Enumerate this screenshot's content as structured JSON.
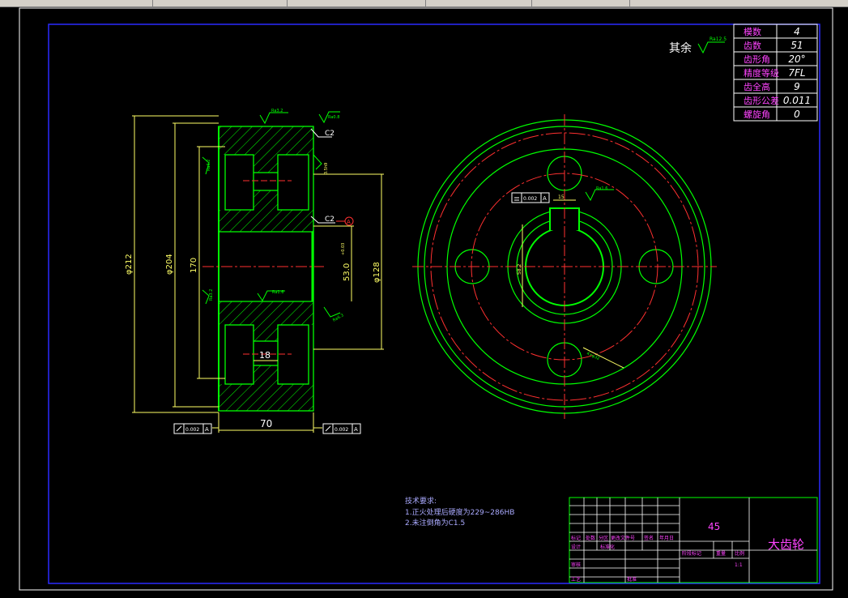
{
  "colors": {
    "background": "#000000",
    "outline": "#00ff00",
    "hatch": "#00ff00",
    "center": "#ff3030",
    "dimension": "#ffff66",
    "frame": "#2a2aff",
    "text": "#ffffff",
    "material": "#ff44ff"
  },
  "surface_note": {
    "prefix": "其余",
    "value": "Ra12.5"
  },
  "params": [
    {
      "label": "模数",
      "value": "4"
    },
    {
      "label": "齿数",
      "value": "51"
    },
    {
      "label": "齿形角",
      "value": "20°"
    },
    {
      "label": "精度等级",
      "value": "7FL"
    },
    {
      "label": "齿全高",
      "value": "9"
    },
    {
      "label": "齿形公差",
      "value": "0.011"
    },
    {
      "label": "螺旋角",
      "value": "0"
    }
  ],
  "dims": {
    "d212": "φ212",
    "d204": "φ204",
    "d170": "170",
    "d128": "φ128",
    "bore": "53.0",
    "bore_tol": "+0.03",
    "width": "70",
    "hub": "18",
    "chamfer1": "C2",
    "chamfer2": "C2",
    "datum": "A",
    "tol1": "0.002",
    "tol2": "0.002",
    "tol3": "0.002",
    "ra1": "Ra3.2",
    "ra2": "Ra0.8",
    "ra3": "Ra3.2",
    "ra4": "Ra1.6",
    "ra5": "Ra3.2",
    "ra6": "Ra6.3",
    "ra7": "Ra1.6",
    "side_dim": "3.5h9",
    "key_dim": "58.2",
    "key_w": "15",
    "hole_note": "4×φ32"
  },
  "tech": {
    "title": "技术要求:",
    "lines": [
      "1.正火处理后硬度为229~286HB",
      "2.未注倒角为C1.5"
    ]
  },
  "title_block": {
    "material": "45",
    "part_name": "大齿轮",
    "labels": [
      "标记",
      "处数",
      "分区",
      "更改文件号",
      "签名",
      "年月日",
      "设计",
      "标准化",
      "阶段标记",
      "重量",
      "比例",
      "审核",
      "工艺",
      "批准"
    ],
    "scale": "1:1"
  }
}
